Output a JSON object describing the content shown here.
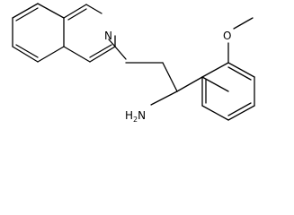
{
  "molecule": {
    "atom_labels": {
      "nitrogen": "N",
      "oxygen": "O",
      "amine_h": "H",
      "amine_h_count": "2",
      "amine_n": "N"
    },
    "colors": {
      "bond": "#000000",
      "background": "#ffffff"
    }
  }
}
